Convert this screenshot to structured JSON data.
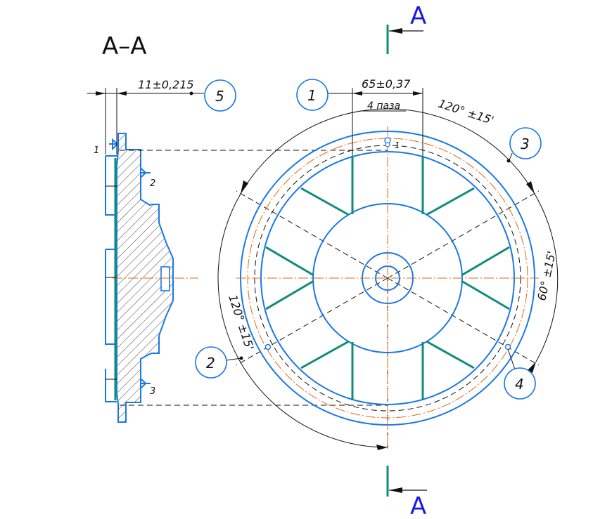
{
  "view": {
    "section_title": "A–A",
    "section_mark_top": "A",
    "section_mark_bottom": "A"
  },
  "dimensions": {
    "thickness": "11±0,215",
    "hole_spacing": "65±0,37",
    "hole_count": "4 паза",
    "angle_top_right": "120° ±15'",
    "angle_right": "60° ±15'",
    "angle_left": "120° ±15'"
  },
  "callouts": {
    "c1": "1",
    "c2": "2",
    "c3": "3",
    "c4": "4",
    "c5": "5"
  },
  "surface_marks": {
    "m1": "1",
    "m2": "2",
    "m3": "3",
    "hole_mark": "1"
  },
  "colors": {
    "outline": "#1a78e6",
    "rib": "#0f8c7a",
    "axis": "#e06a10"
  }
}
